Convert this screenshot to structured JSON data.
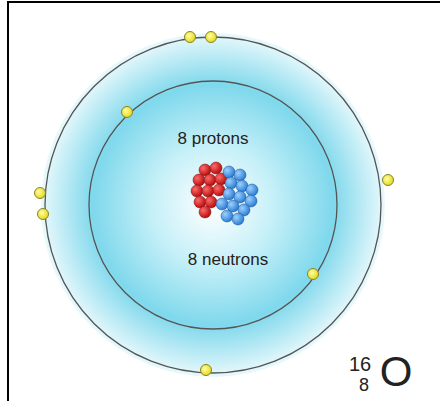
{
  "diagram": {
    "labels": [
      "8 protons",
      "8 neutrons",
      "16",
      "8",
      "O"
    ]
  }
}
